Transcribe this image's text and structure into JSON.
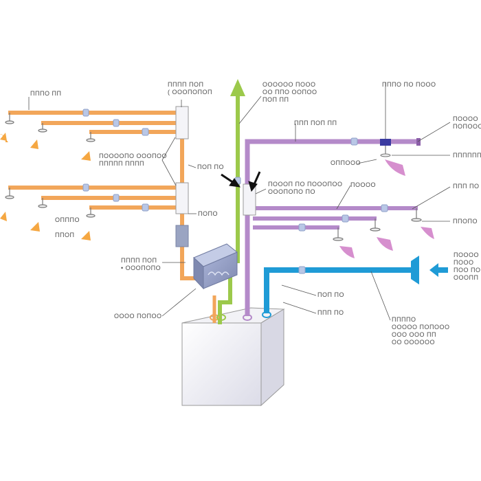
{
  "labels": {
    "label_top_left_branch": "ΠΠΠΟ ΠΠ",
    "label_top_left_box": "ΠΠΠΠ ΠΟΠ\n( ΟΟΟΠΟΠΟΠ",
    "label_mid_left_pair": "ΠΟΟΟΟΠΟ ΟΟΟΠΟΟ\nΠΠΠΠΠ ΠΠΠΠ",
    "label_mid_left_right": "ΠΟΠ ΠΟ",
    "label_lower_left_a": "ΟΠΠΠΟ",
    "label_lower_left_b": "ΠΠΟΠ",
    "label_filter_box": "ΠΟΠΟ",
    "label_control_box": "ΠΠΠΠ ΠΟΠ\n• ΟΟΟΠΟΠΟ",
    "label_base_unit": "ΟΟΟΟ ΠΟΠΟΟ",
    "label_green_exhaust": "ΟΟΟΟΟΟ ΠΟΟΟ\nΟΟ ΠΠΟ ΟΟΠΟΟ\nΠΟΠ ΠΠ",
    "label_purple_main": "ΠΠΠ ΠΟΠ ΠΠ",
    "label_purple_outlet": "ΟΠΠΟΟΟ",
    "label_top_right_drop": "ΠΠΠΟ ΠΟ ΠΟΟΟ",
    "label_right_top_a": "ΠΟΟΟΟ\nΠΟΠΟΟΟ",
    "label_right_top_b": "ΠΠΠΠΠΠ",
    "label_center_module": "ΠΟΟΟΠ ΠΟ ΠΟΟΟΠΟΟ\nΟΟΟΠΟΠΟ ΠΟ",
    "label_purple_mid": "ΠΟΟΟΟ",
    "label_right_mid_a": "ΠΠΠ ΠΟ",
    "label_right_mid_b": "ΠΠΟΠΟ",
    "label_blue_in_a": "ΠΟΠ ΠΟ",
    "label_blue_in_b": "ΠΠΠ ΠΟ",
    "label_blue_long": "ΠΠΠΠΟ\nΟΟΟΟΟ ΠΟΠΟΟΟ\nΟΟΟ ΟΟΟ ΠΠ\nΟΟ ΟΟΟΟΟΟ",
    "label_fresh_air": "ΠΟΟΟΟ\nΠΟΟΟ\nΠΟΟ ΠΟ\nΟΟΟΠΠ"
  },
  "colors": {
    "orange": "#f2a65a",
    "green": "#9cc94b",
    "purple": "#b48ac9",
    "blue": "#1f9bd6",
    "gray_box": "#9aa4c2",
    "white_box": "#f4f4f8",
    "arrow_black": "#111111",
    "diffuser_orange": "#f5a742",
    "diffuser_purple": "#d68fce",
    "leader": "#555555"
  },
  "icons": [
    "supply-arrow-icon",
    "return-arrow-icon",
    "diffuser-icon",
    "black-arrow-icon",
    "control-panel-icon"
  ]
}
